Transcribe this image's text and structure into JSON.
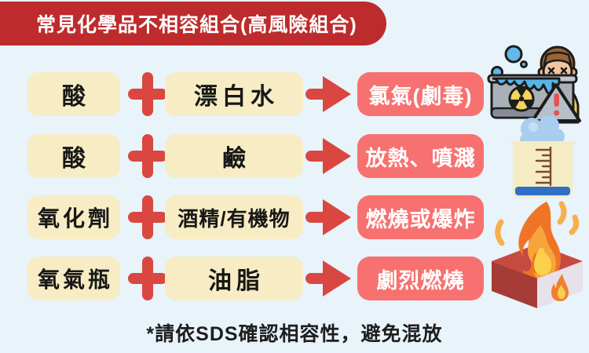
{
  "title": {
    "text": "常見化學品不相容組合(高風險組合)"
  },
  "rows": [
    {
      "chem1": "酸",
      "chem2": "漂白水",
      "result": "氯氣(劇毒)"
    },
    {
      "chem1": "酸",
      "chem2": "鹼",
      "result": "放熱、噴濺"
    },
    {
      "chem1": "氧化劑",
      "chem2": "酒精/有機物",
      "result": "燃燒或爆炸"
    },
    {
      "chem1": "氧氣瓶",
      "chem2": "油脂",
      "result": "劇烈燃燒"
    }
  ],
  "footer": {
    "note": "*請依SDS確認相容性，避免混放"
  },
  "icons": {
    "toxic": "toxic-exposure-icon",
    "beaker": "smoking-beaker-icon",
    "fire": "burning-box-icon"
  },
  "colors": {
    "background": "#e8f3fa",
    "title_bg": "#bd2b2d",
    "chem_box": "#f7ecc3",
    "accent_red": "#da4740",
    "result_box": "#f77170",
    "text_dark": "#1d1d1d",
    "text_light": "#ffffff"
  }
}
